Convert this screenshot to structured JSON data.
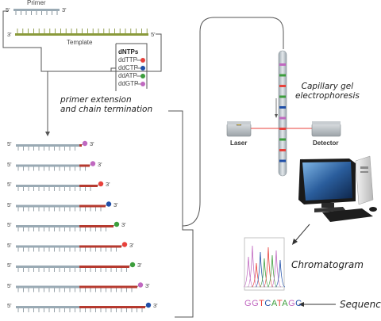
{
  "primer": {
    "label": "Primer",
    "five": "5'",
    "three": "3'"
  },
  "template": {
    "label": "Template",
    "three": "3'",
    "five": "5'"
  },
  "dntps": {
    "title": "dNTPs",
    "items": [
      {
        "label": "ddTTP",
        "color": "#e8413b"
      },
      {
        "label": "ddCTP",
        "color": "#1f4fa8"
      },
      {
        "label": "ddATP",
        "color": "#3c9e3c"
      },
      {
        "label": "ddGTP",
        "color": "#c068c0"
      }
    ]
  },
  "step_extension": {
    "line1": "primer extension",
    "line2": "and chain termination"
  },
  "fragments": {
    "five": "5'",
    "three": "3'",
    "items": [
      {
        "terminator": "ddGTP",
        "color": "#c068c0"
      },
      {
        "terminator": "ddGTP",
        "color": "#c068c0"
      },
      {
        "terminator": "ddTTP",
        "color": "#e8413b"
      },
      {
        "terminator": "ddCTP",
        "color": "#1f4fa8"
      },
      {
        "terminator": "ddATP",
        "color": "#3c9e3c"
      },
      {
        "terminator": "ddTTP",
        "color": "#e8413b"
      },
      {
        "terminator": "ddATP",
        "color": "#3c9e3c"
      },
      {
        "terminator": "ddGTP",
        "color": "#c068c0"
      },
      {
        "terminator": "ddCTP",
        "color": "#1f4fa8"
      }
    ]
  },
  "capillary": {
    "label_line1": "Capillary gel",
    "label_line2": "electrophoresis",
    "band_colors": [
      "#c068c0",
      "#3c9e3c",
      "#e8413b",
      "#3c9e3c",
      "#1f4fa8",
      "#c068c0",
      "#e8413b",
      "#3c9e3c",
      "#e8413b",
      "#1f4fa8"
    ]
  },
  "laser": {
    "label": "Laser"
  },
  "detector": {
    "label": "Detector"
  },
  "chromatogram": {
    "label": "Chromatogram"
  },
  "sequence": {
    "label": "Sequence",
    "letters": [
      {
        "char": "G",
        "color": "#c068c0"
      },
      {
        "char": "G",
        "color": "#c068c0"
      },
      {
        "char": "T",
        "color": "#e8413b"
      },
      {
        "char": "C",
        "color": "#1f4fa8"
      },
      {
        "char": "A",
        "color": "#3c9e3c"
      },
      {
        "char": "T",
        "color": "#e8413b"
      },
      {
        "char": "A",
        "color": "#3c9e3c"
      },
      {
        "char": "G",
        "color": "#c068c0"
      },
      {
        "char": "C",
        "color": "#1f4fa8"
      }
    ]
  }
}
